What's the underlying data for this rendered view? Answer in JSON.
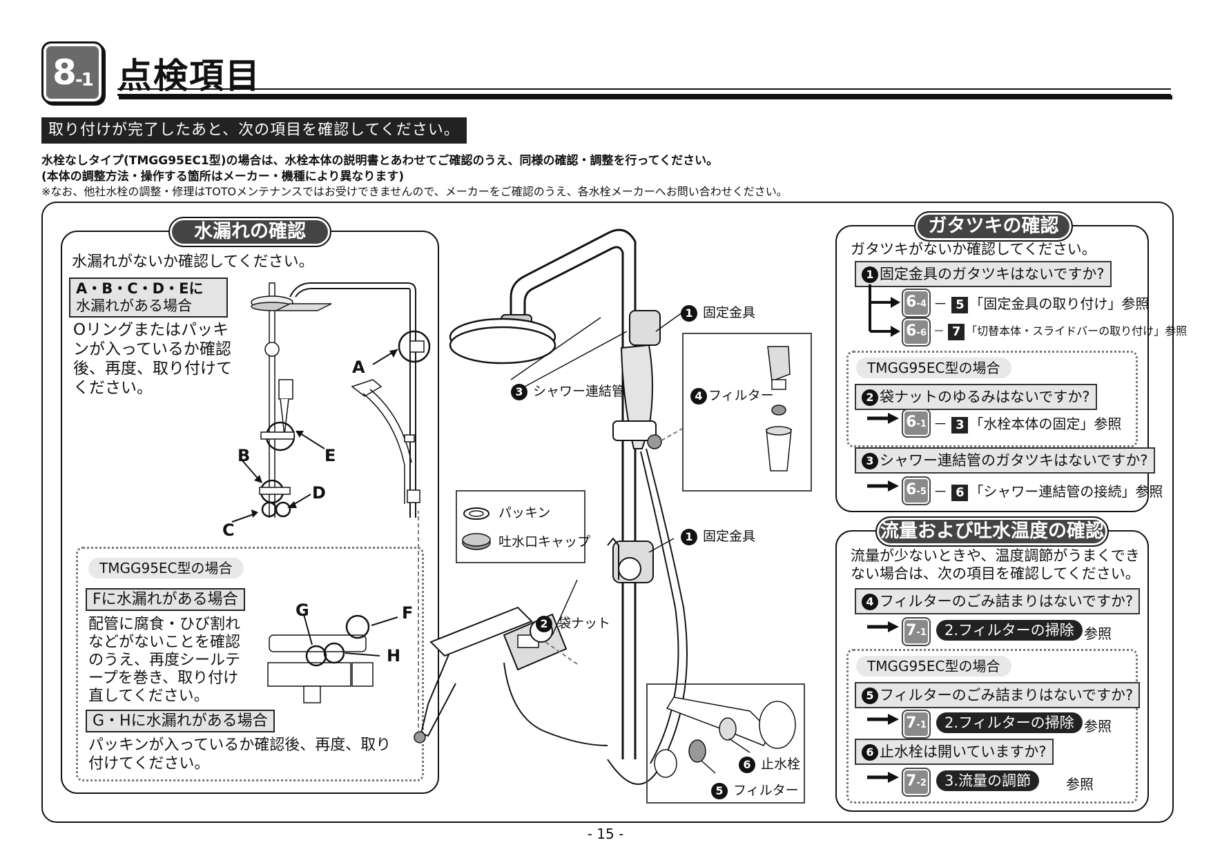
{
  "header": {
    "section_major": "8",
    "section_minor": "-1",
    "title": "点検項目"
  },
  "intro": {
    "banner": "取り付けが完了したあと、次の項目を確認してください。",
    "note1": "水栓なしタイプ(TMGG95EC1型)の場合は、水栓本体の説明書とあわせてご確認のうえ、同様の確認・調整を行ってください。",
    "note2": "(本体の調整方法・操作する箇所はメーカー・機種により異なります)",
    "note3": "※なお、他社水栓の調整・修理はTOTOメンテナンスではお受けできませんので、メーカーをご確認のうえ、各水栓メーカーへお問い合わせください。"
  },
  "leak": {
    "title": "水漏れの確認",
    "lead": "水漏れがないか確認してください。",
    "case1_line1": "A・B・C・D・Eに",
    "case1_line2": "水漏れがある場合",
    "case1_text": [
      "Oリングまたはパッキ",
      "ンが入っているか確認",
      "後、再度、取り付けて",
      "ください。"
    ],
    "labels": {
      "A": "A",
      "B": "B",
      "C": "C",
      "D": "D",
      "E": "E",
      "F": "F",
      "G": "G",
      "H": "H"
    },
    "model_pill": "TMGG95EC型の場合",
    "case2": "Fに水漏れがある場合",
    "case2_text": [
      "配管に腐食・ひび割れ",
      "などがないことを確認",
      "のうえ、再度シールテ",
      "ープを巻き、取り付け",
      "直してください。"
    ],
    "case3": "G・Hに水漏れがある場合",
    "case3_text": [
      "パッキンが入っているか確認後、再度、取り",
      "付けてください。"
    ]
  },
  "center": {
    "label_fixture1": "固定金具",
    "label_fixture2": "固定金具",
    "label_shower_pipe": "シャワー連結管",
    "label_filter4": "フィルター",
    "label_packing": "パッキン",
    "label_spout_cap": "吐水口キャップ",
    "label_bag_nut": "袋ナット",
    "label_stop_valve": "止水栓",
    "label_filter5": "フィルター",
    "n1": "1",
    "n2": "2",
    "n3": "3",
    "n4": "4",
    "n5": "5",
    "n6": "6"
  },
  "wobble": {
    "title": "ガタツキの確認",
    "lead": "ガタツキがないか確認してください。",
    "q1": "固定金具のガタツキはないですか?",
    "q1_n": "1",
    "r1a_badge_major": "6",
    "r1a_badge_minor": "-4",
    "r1a_sq": "5",
    "r1a_text": "「固定金具の取り付け」参照",
    "r1b_badge_major": "6",
    "r1b_badge_minor": "-6",
    "r1b_sq": "7",
    "r1b_text": "「切替本体・スライドバーの取り付け」参照",
    "model_pill": "TMGG95EC型の場合",
    "q2": "袋ナットのゆるみはないですか?",
    "q2_n": "2",
    "r2_badge_major": "6",
    "r2_badge_minor": "-1",
    "r2_sq": "3",
    "r2_text": "「水栓本体の固定」参照",
    "q3": "シャワー連結管のガタツキはないですか?",
    "q3_n": "3",
    "r3_badge_major": "6",
    "r3_badge_minor": "-5",
    "r3_sq": "6",
    "r3_text": "「シャワー連結管の接続」参照",
    "dash": "－"
  },
  "flow": {
    "title": "流量および吐水温度の確認",
    "lead1": "流量が少ないときや、温度調節がうまくでき",
    "lead2": "ない場合は、次の項目を確認してください。",
    "q4": "フィルターのごみ詰まりはないですか?",
    "q4_n": "4",
    "r4_badge_major": "7",
    "r4_badge_minor": "-1",
    "r4_pill": "2.フィルターの掃除",
    "model_pill": "TMGG95EC型の場合",
    "q5": "フィルターのごみ詰まりはないですか?",
    "q5_n": "5",
    "r5_badge_major": "7",
    "r5_badge_minor": "-1",
    "r5_pill": "2.フィルターの掃除",
    "q6": "止水栓は開いていますか?",
    "q6_n": "6",
    "r6_badge_major": "7",
    "r6_badge_minor": "-2",
    "r6_pill": "3.流量の調節",
    "ref": "参照"
  },
  "footer": {
    "page": "- 15 -"
  }
}
